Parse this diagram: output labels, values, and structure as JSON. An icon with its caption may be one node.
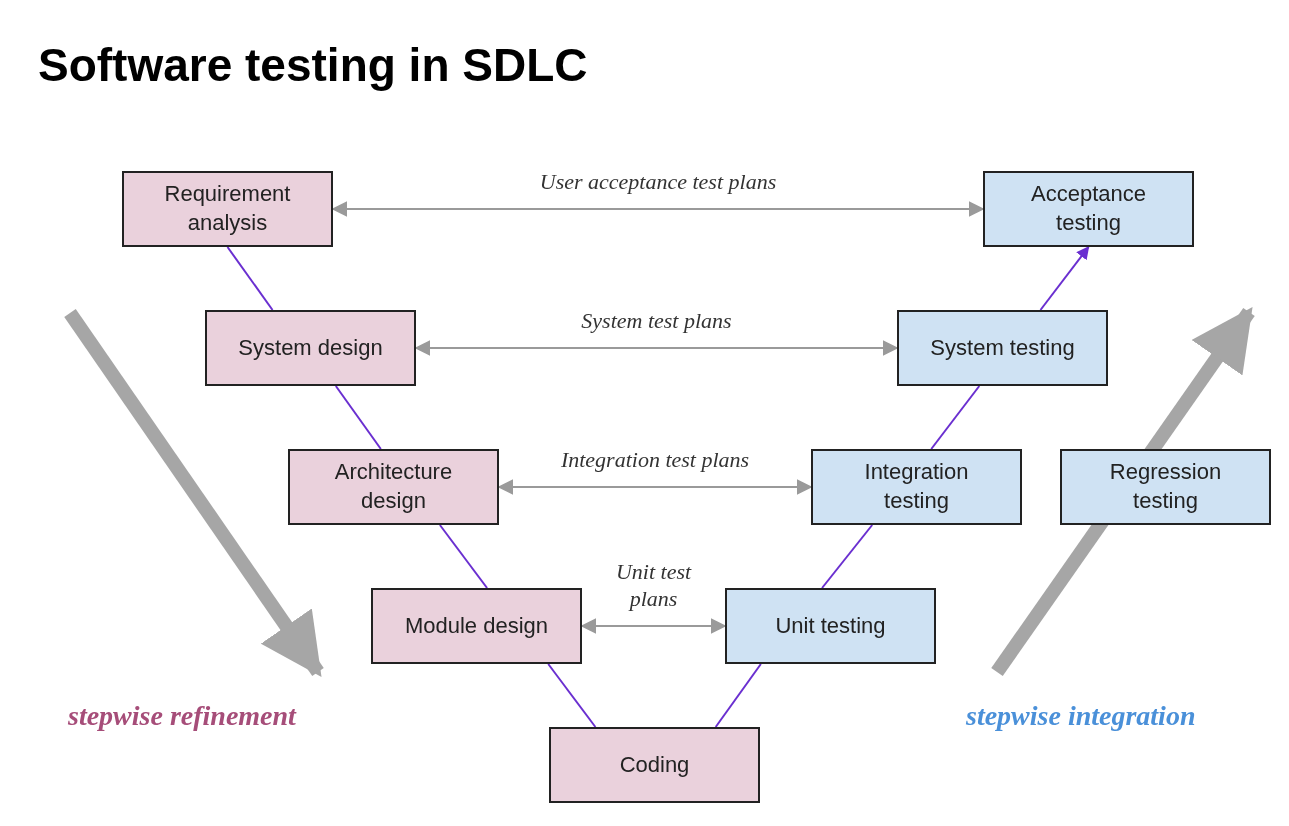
{
  "diagram": {
    "title": "Software testing in SDLC",
    "nodes": [
      {
        "text": [
          "Requirement analysis"
        ]
      },
      {
        "text": [
          "System design"
        ]
      },
      {
        "text": [
          "Architecture design"
        ]
      },
      {
        "text": [
          "Module design"
        ]
      },
      {
        "text": [
          "Coding"
        ]
      },
      {
        "text": [
          "Unit testing"
        ]
      },
      {
        "text": [
          "Integration testing"
        ]
      },
      {
        "text": [
          "System testing"
        ]
      },
      {
        "text": [
          "Acceptance testing"
        ]
      },
      {
        "text": [
          "Regression testing"
        ]
      }
    ],
    "edges": [
      {
        "from": 0,
        "to": 1,
        "arrow": "none"
      },
      {
        "from": 1,
        "to": 2,
        "arrow": "none"
      },
      {
        "from": 2,
        "to": 3,
        "arrow": "none"
      },
      {
        "from": 3,
        "to": 4,
        "arrow": "none"
      },
      {
        "from": 4,
        "to": 5,
        "arrow": "none"
      },
      {
        "from": 5,
        "to": 6,
        "arrow": "none"
      },
      {
        "from": 6,
        "to": 7,
        "arrow": "none"
      },
      {
        "from": 7,
        "to": 8,
        "arrow": "to"
      },
      {
        "from": 0,
        "to": 8,
        "arrow": "both",
        "label": "User acceptance test plans",
        "color": "#9a9a9a"
      },
      {
        "from": 1,
        "to": 7,
        "arrow": "both",
        "label": "System test plans",
        "color": "#9a9a9a"
      },
      {
        "from": 2,
        "to": 6,
        "arrow": "both",
        "label": "Integration test plans",
        "color": "#9a9a9a"
      },
      {
        "from": 3,
        "to": 5,
        "arrow": "both",
        "label": "Unit test plans",
        "color": "#9a9a9a"
      }
    ],
    "labels": [
      "stepwise refinement",
      "stepwise integration"
    ]
  }
}
